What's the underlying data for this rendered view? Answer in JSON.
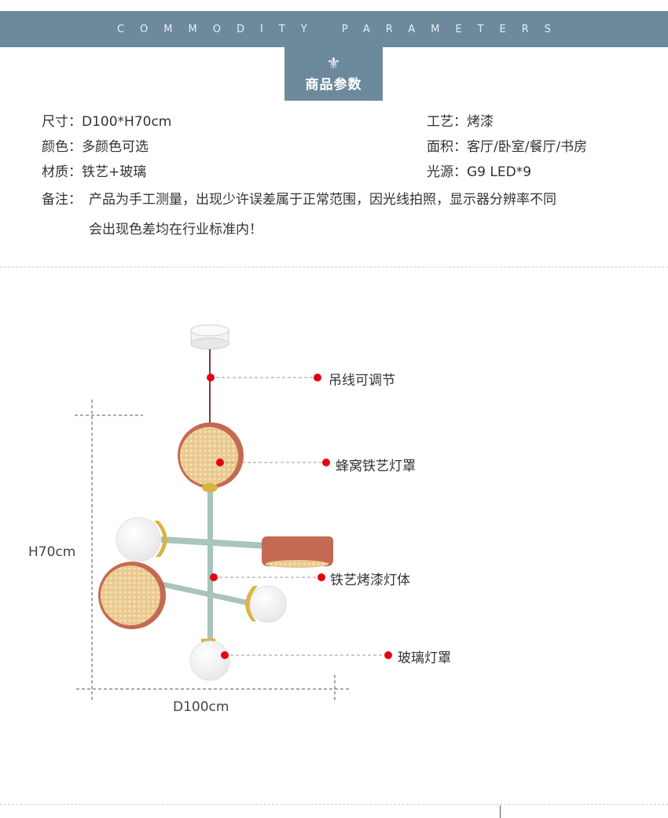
{
  "header": {
    "banner_text": "COMMODITY PARAMETERS",
    "badge_title": "商品参数",
    "badge_icon": "fleur-de-lis-icon"
  },
  "params": {
    "size": "尺寸：D100*H70cm",
    "color": "颜色：多颜色可选",
    "material": "材质：铁艺+玻璃",
    "process": "工艺：烤漆",
    "area": "面积：客厅/卧室/餐厅/书房",
    "light_source": "光源：G9 LED*9",
    "note_label": "备注：",
    "note_line1": "产品为手工测量，出现少许误差属于正常范围，因光线拍照，显示器分辨率不同",
    "note_line2": "会出现色差均在行业标准内！"
  },
  "diagram": {
    "callouts": [
      "吊线可调节",
      "蜂窝铁艺灯罩",
      "铁艺烤漆灯体",
      "玻璃灯罩"
    ],
    "height_label": "H70cm",
    "diameter_label": "D100cm"
  },
  "colors": {
    "banner": "#6c8a9c",
    "marker": "#e60012",
    "body_paint": "#a8c4bd",
    "shade": "#c46a52",
    "brass": "#d9b440"
  }
}
